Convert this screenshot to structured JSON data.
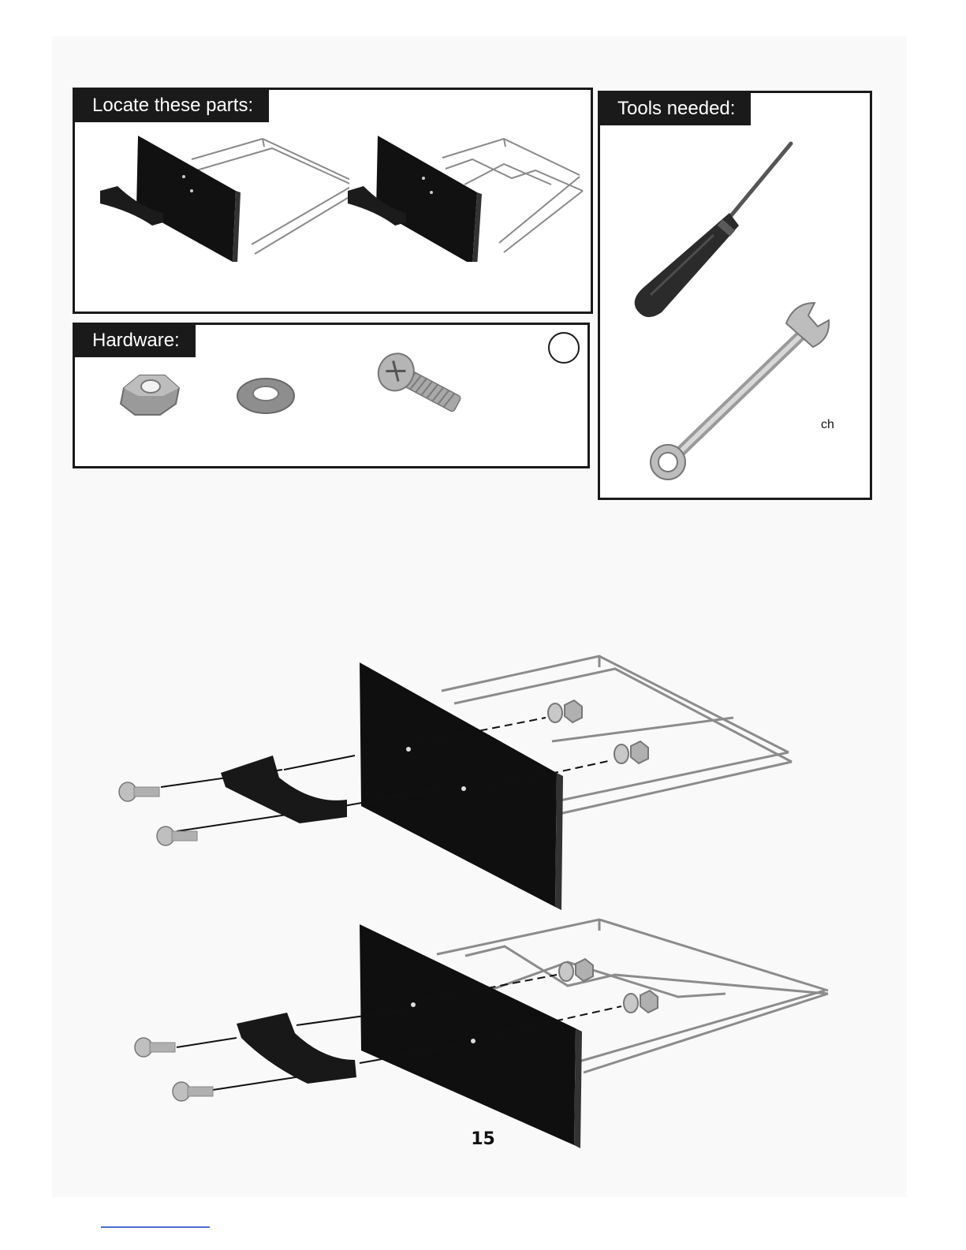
{
  "parts_panel": {
    "title": "Locate these parts:"
  },
  "hardware_panel": {
    "title": "Hardware:",
    "items": [
      "hex-nut",
      "lock-washer",
      "machine-screw"
    ]
  },
  "tools_panel": {
    "title": "Tools needed:",
    "tools": [
      {
        "icon": "screwdriver-icon",
        "label": ""
      },
      {
        "icon": "wrench-icon",
        "label": "ch"
      }
    ]
  },
  "diagram": {
    "assemblies": [
      "flat-rack-drawer",
      "raised-rack-drawer"
    ]
  },
  "page": {
    "number": "15"
  },
  "colors": {
    "border": "#1a1a1a",
    "title_bg": "#1a1a1a",
    "title_text": "#ffffff",
    "panel": "#000000"
  }
}
